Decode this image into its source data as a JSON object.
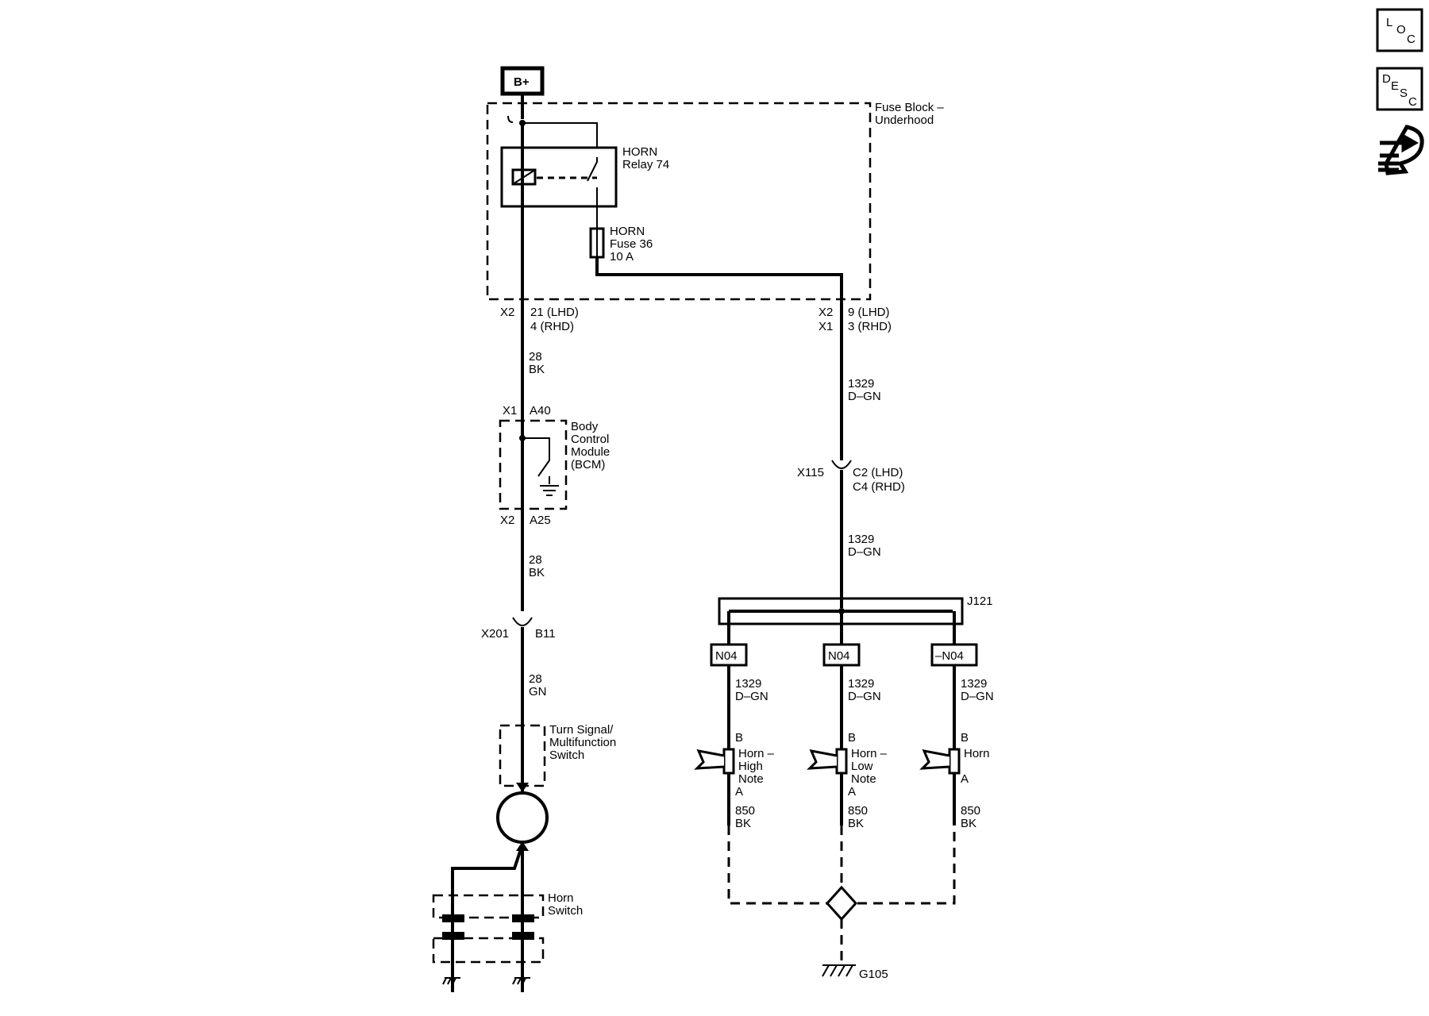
{
  "nav_icons": {
    "loc": [
      "L",
      "O",
      "C"
    ],
    "desc": [
      "D",
      "E",
      "S",
      "C"
    ],
    "connector_icon": "connector-tools-icon"
  },
  "power": {
    "label": "B+"
  },
  "fuse_block": {
    "label": [
      "Fuse Block –",
      "Underhood"
    ],
    "relay_label": [
      "HORN",
      "Relay 74"
    ],
    "fuse_label": [
      "HORN",
      "Fuse 36",
      "10 A"
    ],
    "left_pin": {
      "connector": "X2",
      "pins": [
        "21 (LHD)",
        "4 (RHD)"
      ]
    },
    "right_pin": {
      "connectors": [
        "X2",
        "X1"
      ],
      "pins": [
        "9 (LHD)",
        "3 (RHD)"
      ]
    }
  },
  "left_branch": {
    "wire1": [
      "28",
      "BK"
    ],
    "bcm_top": {
      "connector": "X1",
      "pin": "A40"
    },
    "bcm_label": [
      "Body",
      "Control",
      "Module",
      "(BCM)"
    ],
    "bcm_bottom": {
      "connector": "X2",
      "pin": "A25"
    },
    "wire2": [
      "28",
      "BK"
    ],
    "inline": {
      "connector": "X201",
      "pin": "B11"
    },
    "wire3": [
      "28",
      "GN"
    ],
    "switch_label": [
      "Turn Signal/",
      "Multifunction",
      "Switch"
    ],
    "horn_switch_label": [
      "Horn",
      "Switch"
    ]
  },
  "right_branch": {
    "wire1": [
      "1329",
      "D–GN"
    ],
    "inline": {
      "connector": "X115",
      "pins": [
        "C2 (LHD)",
        "C4 (RHD)"
      ]
    },
    "wire2": [
      "1329",
      "D–GN"
    ],
    "splice": "J121",
    "option_codes": [
      "N04",
      "N04",
      "–N04"
    ],
    "horns": [
      {
        "wire": [
          "1329",
          "D–GN"
        ],
        "pin_b": "B",
        "label": [
          "Horn –",
          "High",
          "Note"
        ],
        "pin_a": "A",
        "ground_wire": [
          "850",
          "BK"
        ]
      },
      {
        "wire": [
          "1329",
          "D–GN"
        ],
        "pin_b": "B",
        "label": [
          "Horn –",
          "Low",
          "Note"
        ],
        "pin_a": "A",
        "ground_wire": [
          "850",
          "BK"
        ]
      },
      {
        "wire": [
          "1329",
          "D–GN"
        ],
        "pin_b": "B",
        "label": [
          "Horn"
        ],
        "pin_a": "A",
        "ground_wire": [
          "850",
          "BK"
        ]
      }
    ],
    "ground": "G105"
  }
}
